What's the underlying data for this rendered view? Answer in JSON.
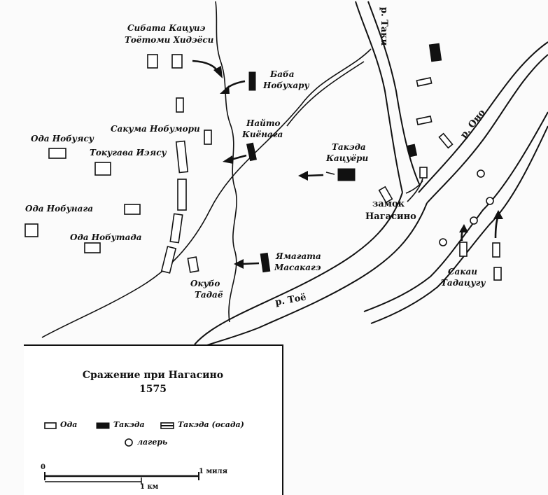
{
  "map": {
    "labels": {
      "shibata": [
        "Сибата Кацуиэ",
        "Тоётоми Хидэёси"
      ],
      "baba": [
        "Баба",
        "Нобухару"
      ],
      "sakuma": "Сакума Нобумори",
      "naito": [
        "Найто",
        "Киёнага"
      ],
      "oda_nobuyasu": "Ода Нобуясу",
      "tokugawa": "Токугава Иэясу",
      "takeda": [
        "Такэда",
        "Кацуёри"
      ],
      "oda_nobunaga": "Ода Нобунага",
      "oda_nobutada": "Ода Нобутада",
      "castle": [
        "замок",
        "Нагасино"
      ],
      "yamagata": [
        "Ямагата",
        "Масакагэ"
      ],
      "okubo": [
        "Окубо",
        "Тадаё"
      ],
      "sakai": [
        "Сакаи",
        "Тадацугу"
      ],
      "river_taki": "р. Таки",
      "river_ono": "р. Оно",
      "river_toe": "р. Тоё"
    },
    "colors": {
      "ink": "#111111",
      "paper": "#fbfbfb"
    }
  },
  "legend": {
    "title": "Сражение при Нагасино",
    "year": "1575",
    "oda": "Ода",
    "takeda": "Такэда",
    "takeda_siege": "Такэда (осада)",
    "camp": "лагерь",
    "scale_zero": "0",
    "scale_mile": "1 миля",
    "scale_km": "1 км"
  }
}
